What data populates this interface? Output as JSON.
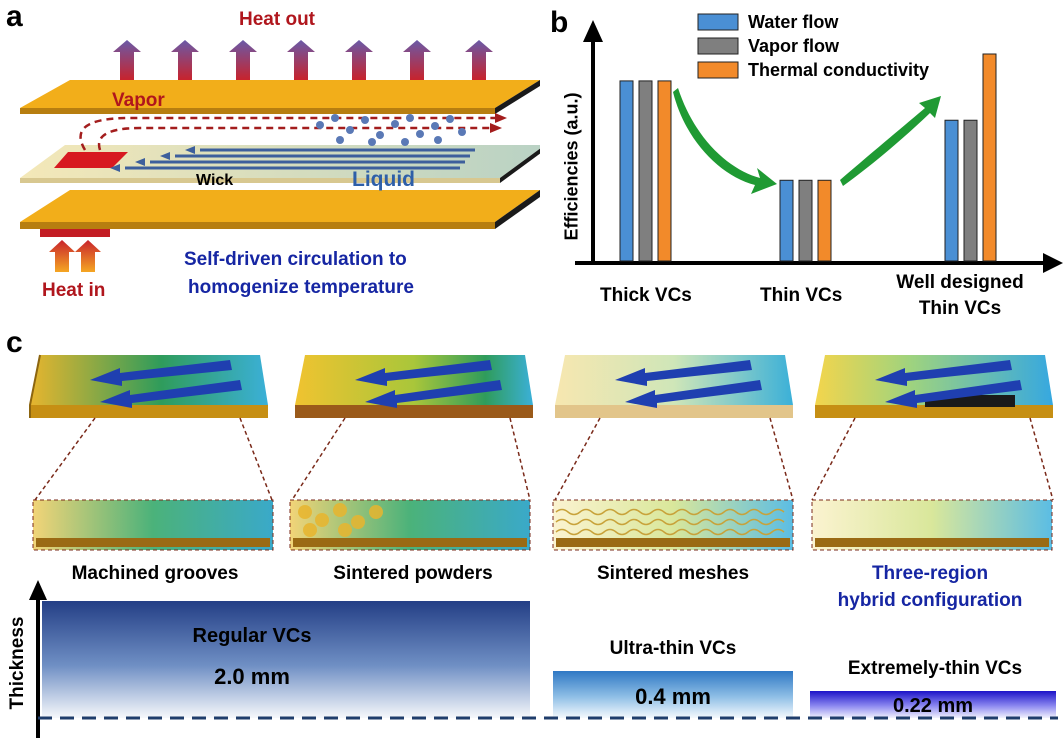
{
  "panel_a": {
    "letter": "a",
    "heat_out": "Heat out",
    "vapor": "Vapor",
    "wick": "Wick",
    "liquid": "Liquid",
    "heat_in": "Heat in",
    "caption_line1": "Self-driven circulation to",
    "caption_line2": "homogenize temperature"
  },
  "panel_b": {
    "letter": "b",
    "chart_data": {
      "type": "bar",
      "ylabel": "Efficiencies (a.u.)",
      "categories": [
        "Thick VCs",
        "Thin VCs",
        "Well designed Thin VCs"
      ],
      "category_lines": [
        [
          "Thick VCs"
        ],
        [
          "Thin VCs"
        ],
        [
          "Well designed",
          "Thin VCs"
        ]
      ],
      "series": [
        {
          "name": "Water flow",
          "color": "#4a8fd4",
          "values": [
            0.87,
            0.39,
            0.68
          ]
        },
        {
          "name": "Vapor flow",
          "color": "#7f7f7f",
          "values": [
            0.87,
            0.39,
            0.68
          ]
        },
        {
          "name": "Thermal conductivity",
          "color": "#f28a2a",
          "values": [
            0.87,
            0.39,
            1.0
          ]
        }
      ],
      "legend_position": "top"
    }
  },
  "panel_c": {
    "letter": "c",
    "structures": [
      {
        "label": "Machined grooves"
      },
      {
        "label": "Sintered powders"
      },
      {
        "label": "Sintered meshes"
      },
      {
        "label_line1": "Three-region",
        "label_line2": "hybrid configuration"
      }
    ],
    "thickness_axis": "Thickness",
    "vcs": [
      {
        "name": "Regular VCs",
        "value": "2.0 mm"
      },
      {
        "name": "Ultra-thin VCs",
        "value": "0.4 mm"
      },
      {
        "name": "Extremely-thin VCs",
        "value": "0.22 mm"
      }
    ]
  }
}
